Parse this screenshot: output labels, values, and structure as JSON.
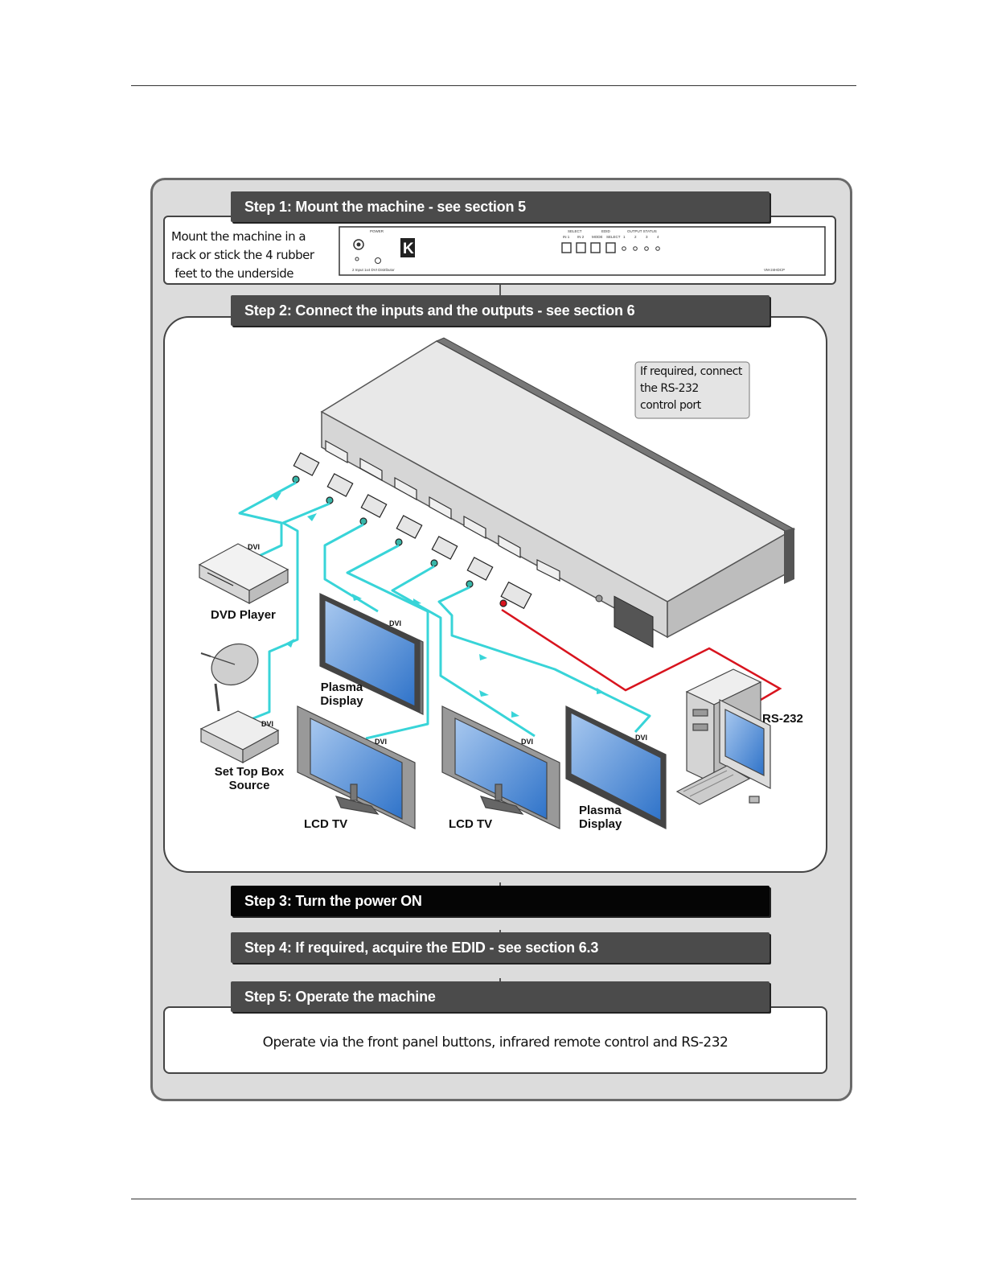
{
  "steps": [
    {
      "label": "Step 1: Mount the machine - see section 5"
    },
    {
      "label": "Step 2: Connect the inputs and the outputs - see section 6"
    },
    {
      "label": "Step 3: Turn the power ON"
    },
    {
      "label": "Step 4: If required, acquire the EDID - see section 6.3"
    },
    {
      "label": "Step 5: Operate the machine"
    }
  ],
  "step1": {
    "note_lines": [
      "Mount the machine in a",
      "rack or stick the 4 rubber",
      " feet to the underside"
    ],
    "panel": {
      "power_label": "POWER",
      "logo_letter": "K",
      "model_desc": "2 Input 1x4 DVI Distributor",
      "model_name": "VM-24HDCP",
      "group_labels": [
        "SELECT",
        "EDID",
        "OUTPUT STATUS"
      ],
      "button_labels": [
        "IN 1",
        "IN 2",
        "MODE",
        "SELECT"
      ],
      "status_labels": [
        "1",
        "2",
        "3",
        "4"
      ]
    }
  },
  "step2": {
    "rs232_note_lines": [
      "If required, connect",
      "the RS-232",
      "control port"
    ],
    "devices": {
      "dvd": "DVD Player",
      "settop": [
        "Set Top Box",
        "Source"
      ],
      "plasma1": [
        "Plasma",
        "Display"
      ],
      "lcd1": "LCD TV",
      "lcd2": "LCD TV",
      "plasma2": [
        "Plasma",
        "Display"
      ],
      "rs232": "RS-232"
    },
    "cable_label": "DVI"
  },
  "step5": {
    "note": "Operate via the front panel buttons, infrared remote control and RS-232"
  },
  "colors": {
    "cable_dvi": "#38d4d8",
    "cable_rs232": "#d8141e",
    "step_bar": "#4b4b4b",
    "step3_bar": "#050505"
  }
}
